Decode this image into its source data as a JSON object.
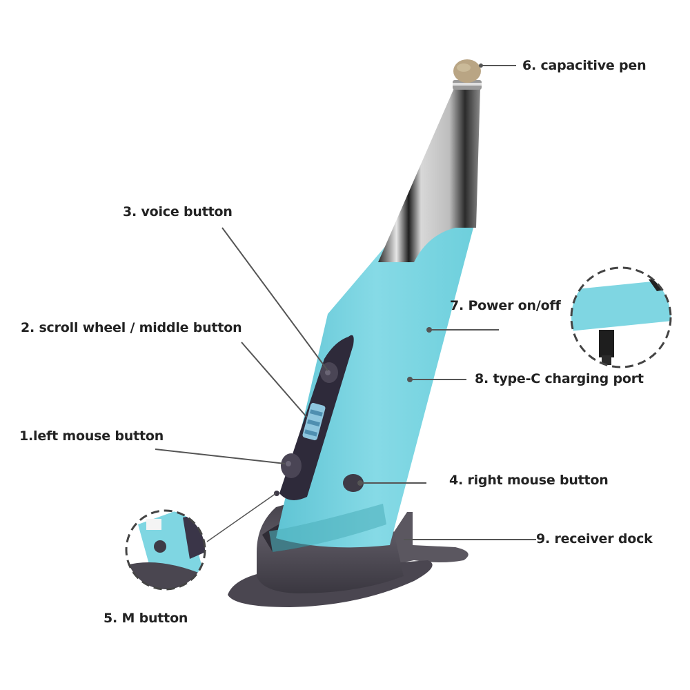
{
  "product": "wireless pen mouse with receiver dock",
  "colors": {
    "pen_body": "#7fd6e2",
    "pen_body_shade": "#5fc4d4",
    "metal_tip": "#c9c9c9",
    "capacitive_tip": "#b9a584",
    "button_panel": "#2e2a3a",
    "dock": "#4b474f",
    "label_text": "#222222",
    "leader_line": "#555555"
  },
  "callouts": [
    {
      "id": "1",
      "label": "1.left mouse button"
    },
    {
      "id": "2",
      "label": "2. scroll wheel / middle button"
    },
    {
      "id": "3",
      "label": "3. voice button"
    },
    {
      "id": "4",
      "label": "4. right mouse button"
    },
    {
      "id": "5",
      "label": "5. M button"
    },
    {
      "id": "6",
      "label": "6. capacitive pen"
    },
    {
      "id": "7",
      "label": "7. Power on/off"
    },
    {
      "id": "8",
      "label": "8. type-C charging port"
    },
    {
      "id": "9",
      "label": "9. receiver dock"
    }
  ],
  "insets": [
    {
      "name": "M button detail",
      "shape": "dashed circle"
    },
    {
      "name": "charging port detail",
      "shape": "dashed circle"
    }
  ]
}
